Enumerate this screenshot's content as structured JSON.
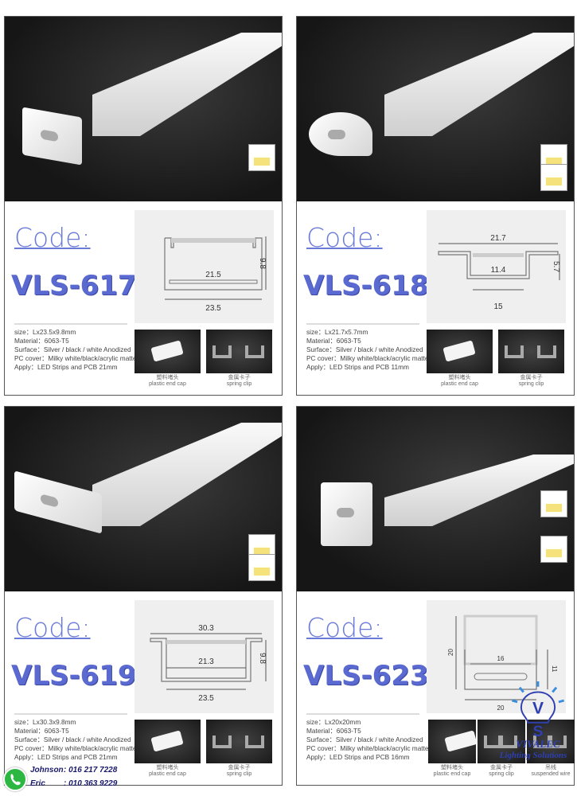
{
  "products": [
    {
      "code_label": "Code:",
      "model": "VLS-617",
      "dims": {
        "inner": "21.5",
        "outer": "23.5",
        "height": "9.8"
      },
      "specs": [
        "size：Lx23.5x9.8mm",
        "Material：6063-T5",
        "Surface：Silver / black / white Anodized",
        "PC cover：Milky white/black/acrylic matte",
        "Apply：LED Strips and PCB 21mm"
      ],
      "accessories": [
        {
          "cn": "塑料堵头",
          "en": "plastic end cap"
        },
        {
          "cn": "金属卡子",
          "en": "spring clip"
        }
      ]
    },
    {
      "code_label": "Code:",
      "model": "VLS-618",
      "dims": {
        "top": "21.7",
        "inner": "11.4",
        "outer": "15",
        "height": "5.7"
      },
      "specs": [
        "size：Lx21.7x5.7mm",
        "Material：6063-T5",
        "Surface：Silver / black / white Anodized",
        "PC cover：Milky white/black/acrylic matte",
        "Apply：LED Strips and PCB 11mm"
      ],
      "accessories": [
        {
          "cn": "塑料堵头",
          "en": "plastic end cap"
        },
        {
          "cn": "金属卡子",
          "en": "spring clip"
        }
      ]
    },
    {
      "code_label": "Code:",
      "model": "VLS-619",
      "dims": {
        "top": "30.3",
        "inner": "21.3",
        "outer": "23.5",
        "height": "9.8"
      },
      "specs": [
        "size：Lx30.3x9.8mm",
        "Material：6063-T5",
        "Surface：Silver / black / white Anodized",
        "PC cover：Milky white/black/acrylic matte",
        "Apply：LED Strips and PCB 21mm"
      ],
      "accessories": [
        {
          "cn": "塑料堵头",
          "en": "plastic end cap"
        },
        {
          "cn": "金属卡子",
          "en": "spring clip"
        }
      ]
    },
    {
      "code_label": "Code:",
      "model": "VLS-623",
      "dims": {
        "inner": "16",
        "outer": "20",
        "height": "20",
        "height2": "11"
      },
      "specs": [
        "size：Lx20x20mm",
        "Material：6063-T5",
        "Surface：Silver / black / white Anodized",
        "PC cover：Milky white/black/acrylic matte",
        "Apply：LED Strips and PCB 16mm"
      ],
      "accessories": [
        {
          "cn": "塑料堵头",
          "en": "plastic end cap"
        },
        {
          "cn": "金属卡子",
          "en": "spring clip"
        },
        {
          "cn": "吊线",
          "en": "suspended wire"
        }
      ]
    }
  ],
  "contacts": [
    {
      "name": "Johnson",
      "phone": ": 016 217 7228"
    },
    {
      "name": "Eric",
      "phone": ": 010 363 9229"
    }
  ],
  "logo": {
    "letters": "VLS",
    "name": "VIVALEC",
    "tagline": "Lighting Solutions"
  },
  "colors": {
    "accent": "#5b6ad0",
    "logo": "#2e3fb0",
    "whatsapp": "#2bb741"
  }
}
